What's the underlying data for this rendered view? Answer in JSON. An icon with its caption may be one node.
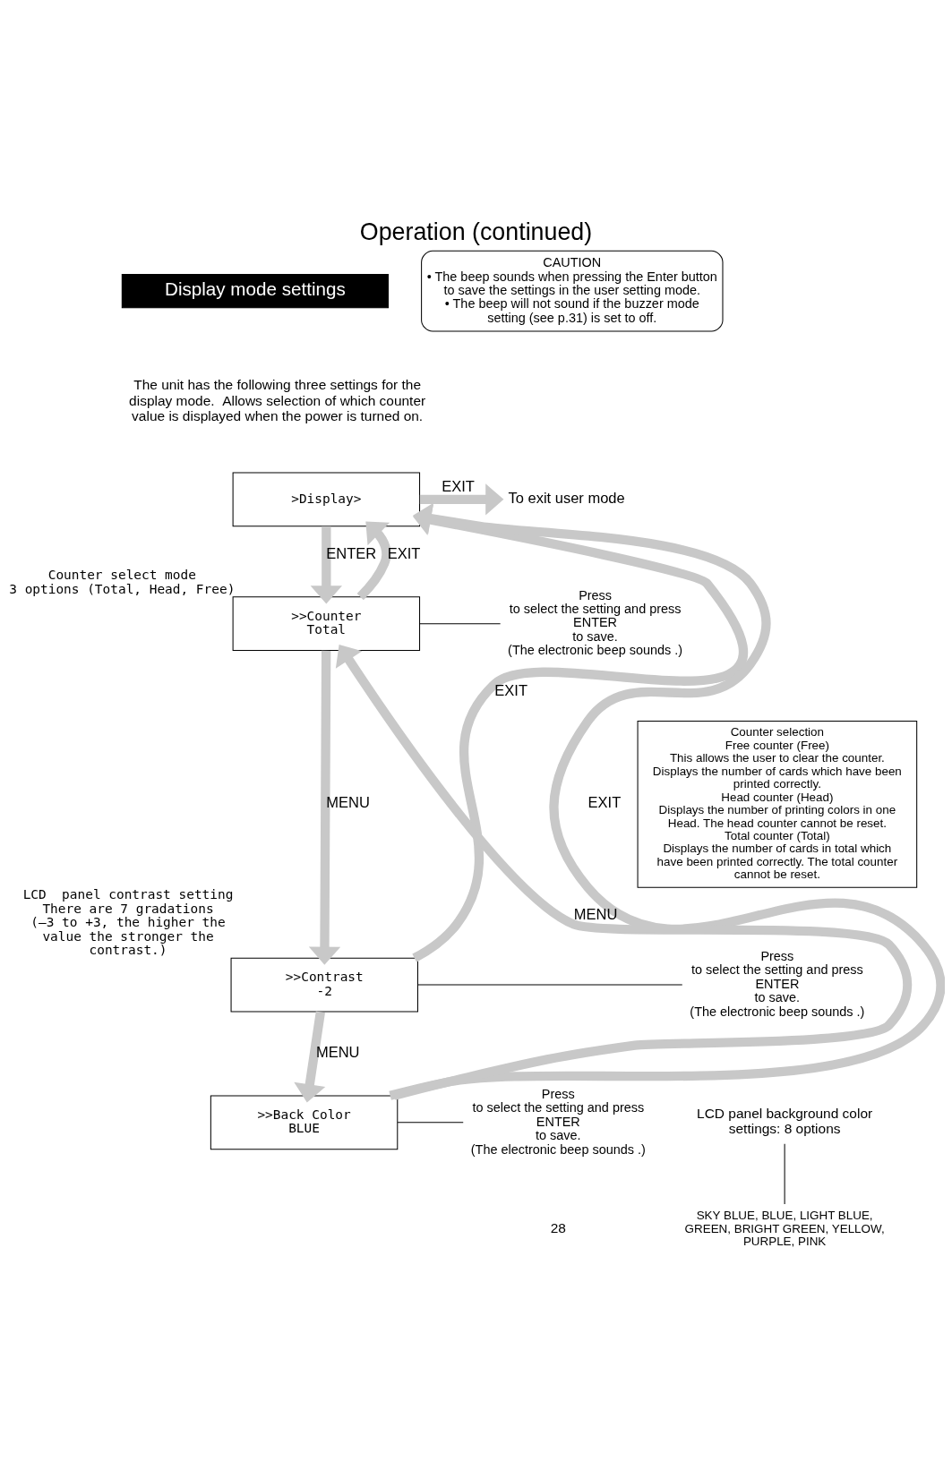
{
  "diagram": {
    "title": "Operation (continued)",
    "nodes": [
      {
        "text": [
          "Display mode settings"
        ]
      },
      {
        "text": [
          "CAUTION",
          "• The beep sounds when pressing the Enter button to save the settings in the user setting mode.",
          "• The beep will not sound if the buzzer mode setting (see p.31) is set to off."
        ]
      },
      {
        "text": [
          ">Display>"
        ]
      },
      {
        "text": [
          "To exit user mode"
        ]
      },
      {
        "text": [
          ">>Counter",
          "Total"
        ],
        "beside": [
          "Counter select mode",
          "3 options (Total, Head, Free)"
        ]
      },
      {
        "text": [
          "Press",
          "to select the setting and press",
          "ENTER",
          "to save.",
          "(The electronic beep sounds .)"
        ]
      },
      {
        "text": [
          "Counter selection",
          "Free counter (Free)",
          "This allows the user to clear the counter. Displays the number of cards which have been printed correctly.",
          "Head counter (Head)",
          "Displays the number of printing colors in one Head. The head counter cannot be reset.",
          "Total counter (Total)",
          "Displays the number of cards in total which have been printed correctly. The total counter cannot be reset."
        ]
      },
      {
        "text": [
          ">>Contrast",
          "-2"
        ],
        "beside": [
          "LCD  panel contrast setting",
          "There are 7 gradations",
          "(–3 to +3, the higher the value the stronger the contrast.)"
        ]
      },
      {
        "text": [
          "Press",
          "to select the setting and press",
          "ENTER",
          "to save.",
          "(The electronic beep sounds .)"
        ]
      },
      {
        "text": [
          ">>Back Color",
          "BLUE"
        ]
      },
      {
        "text": [
          "LCD panel background color settings: 8 options"
        ]
      },
      {
        "text": [
          "SKY BLUE, BLUE, LIGHT BLUE, GREEN, BRIGHT GREEN, YELLOW, PURPLE, PINK"
        ]
      },
      {
        "text": [
          "Press",
          "to select the setting and press",
          "ENTER",
          "to save.",
          "(The electronic beep sounds .)"
        ]
      }
    ],
    "edges": [
      {
        "from": 2,
        "to": 3,
        "arrow": "to",
        "label": "EXIT"
      },
      {
        "from": 2,
        "to": 4,
        "arrow": "to",
        "label": "ENTER"
      },
      {
        "from": 4,
        "to": 5,
        "arrow": "none",
        "color": "#000000"
      },
      {
        "from": 4,
        "to": 7,
        "arrow": "to",
        "label": "MENU"
      },
      {
        "from": 4,
        "to": 2,
        "arrow": "to",
        "label": "EXIT"
      },
      {
        "from": 7,
        "to": 8,
        "arrow": "none",
        "color": "#000000"
      },
      {
        "from": 7,
        "to": 9,
        "arrow": "to",
        "label": "MENU"
      },
      {
        "from": 7,
        "to": 2,
        "arrow": "to",
        "label": "EXIT"
      },
      {
        "from": 9,
        "to": 12,
        "arrow": "none",
        "color": "#000000"
      },
      {
        "from": 9,
        "to": 4,
        "arrow": "to",
        "label": "MENU"
      },
      {
        "from": 9,
        "to": 2,
        "arrow": "to",
        "label": "EXIT"
      },
      {
        "from": 10,
        "to": 11,
        "arrow": "none",
        "color": "#000000"
      }
    ],
    "labels": [
      "The unit has the following three settings for the display mode.  Allows selection of which counter value is displayed when the power is turned on.",
      "28"
    ]
  }
}
